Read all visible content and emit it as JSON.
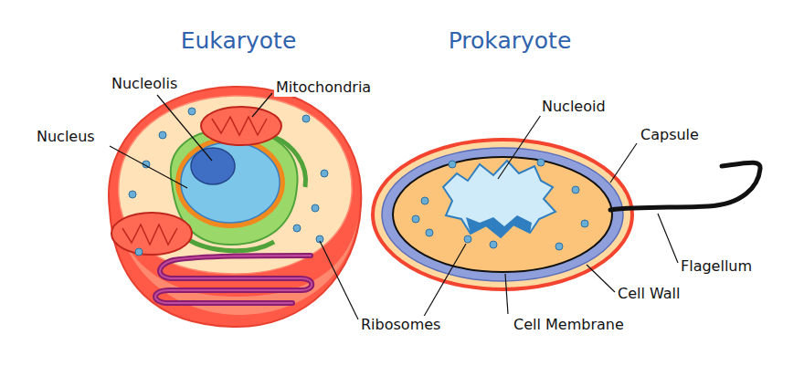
{
  "diagram": {
    "nodes": [
      {
        "text": [
          "Eukaryote"
        ]
      },
      {
        "text": [
          "Prokaryote"
        ]
      }
    ],
    "labels": [
      "Nucleolis",
      "Mitochondria",
      "Nucleus",
      "Ribosomes",
      "Nucleoid",
      "Capsule",
      "Flagellum",
      "Cell Wall",
      "Cell Membrane"
    ]
  }
}
